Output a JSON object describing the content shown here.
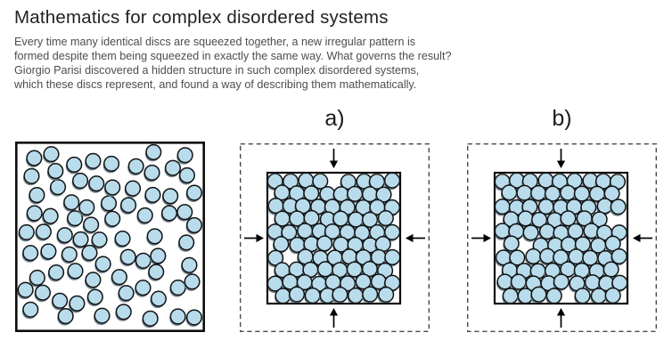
{
  "header": {
    "title": "Mathematics for complex disordered systems",
    "intro": "Every time many identical discs are squeezed together, a new irregular pattern is\nformed despite them being squeezed in exactly the same way. What governs the result?\nGiorgio Parisi discovered a hidden structure in such complex disordered systems,\nwhich these discs represent, and found a way of describing them mathematically."
  },
  "figure": {
    "disc_style": {
      "fill": "#b8dcec",
      "stroke": "#121212",
      "stroke_width": 1.5,
      "shadow": "#72838e",
      "shadow_dx": -1.1,
      "shadow_dy": 2.2,
      "radius": 8.3
    },
    "colors": {
      "solid_border": "#0d0d0d",
      "dashed_border": "#4a4a4a",
      "arrow": "#000000",
      "background": "#ffffff"
    },
    "panels": [
      {
        "id": "left",
        "label": "",
        "type": "loose",
        "disc_count": 75,
        "seed": 12
      },
      {
        "id": "a",
        "label": "a)",
        "type": "squeezed",
        "seed": 5
      },
      {
        "id": "b",
        "label": "b)",
        "type": "squeezed",
        "seed": 9
      }
    ]
  }
}
